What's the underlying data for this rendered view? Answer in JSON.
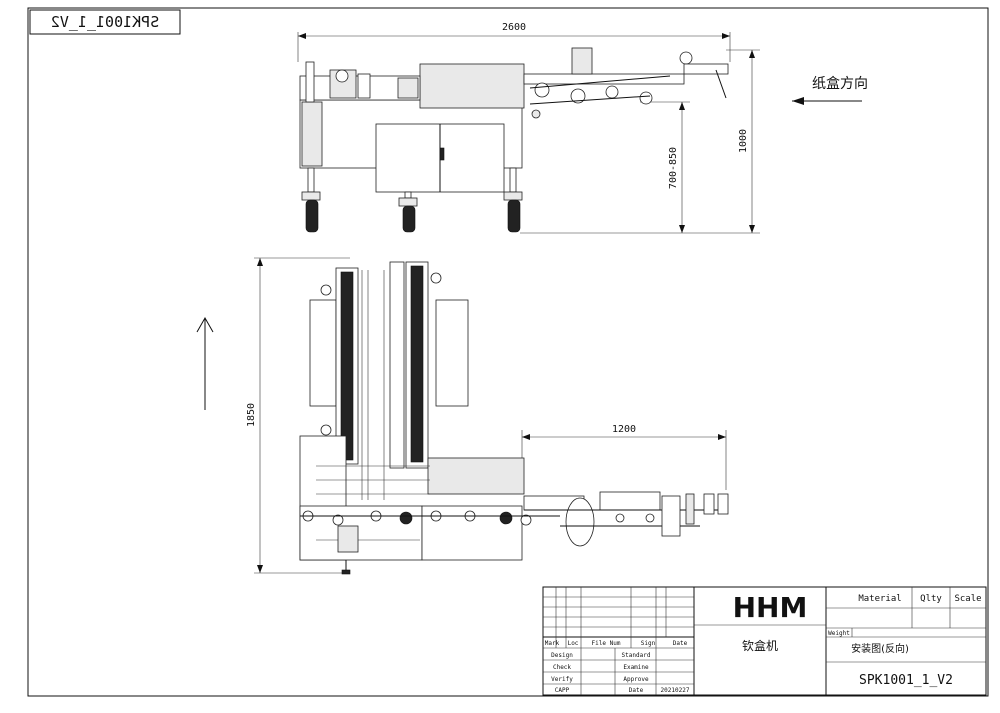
{
  "drawing": {
    "corner_code_mirrored": "SPK1001_1_V2",
    "direction_label": "纸盒方向"
  },
  "dimensions": {
    "top_length": "2600",
    "top_height": "1000",
    "top_work_height": "700-850",
    "plan_length": "1850",
    "plan_width": "1200"
  },
  "title_block": {
    "company": "HHM",
    "product_name": "钦盒机",
    "drawing_title": "安装图(反向)",
    "drawing_number": "SPK1001_1_V2",
    "material_label": "Material",
    "qty_label": "Qlty",
    "scale_label": "Scale",
    "weight_label": "Weight",
    "headers": [
      "Mark",
      "Loc",
      "File Num",
      "Sign",
      "Date"
    ],
    "roles": [
      "Design",
      "Check",
      "Verify",
      "CAPP"
    ],
    "approvals": [
      "Standard",
      "Examine",
      "Approve",
      "Date"
    ],
    "date_value": "20210227"
  }
}
